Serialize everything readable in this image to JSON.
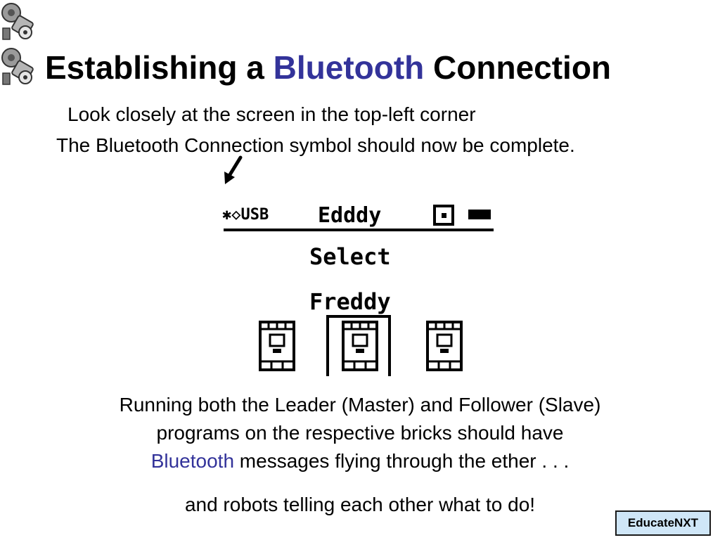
{
  "title": {
    "prefix": "Establishing a",
    "highlight": "Bluetooth",
    "suffix": "Connection"
  },
  "instructions": {
    "line1": "Look closely at the screen in the top-left corner",
    "line2": "The Bluetooth Connection symbol should now be complete."
  },
  "nxt_screen": {
    "status_icons": "✱◇USB",
    "brick_name": "Edddy",
    "menu_label": "Select",
    "selected_item": "Freddy"
  },
  "body": {
    "line1": "Running both the Leader (Master) and Follower (Slave)",
    "line2": "programs on the respective bricks should have",
    "line3_highlight": "Bluetooth",
    "line3_rest": " messages flying through the ether . . .",
    "closing": "and robots telling each other what to do!"
  },
  "badge": "EducateNXT",
  "colors": {
    "accent": "#33339a",
    "badge_bg": "#cfe6f7",
    "text": "#000000"
  },
  "icons": [
    "motor-icon",
    "arrow-icon",
    "bluetooth-icon",
    "battery-icon",
    "nxt-brick-icon"
  ]
}
